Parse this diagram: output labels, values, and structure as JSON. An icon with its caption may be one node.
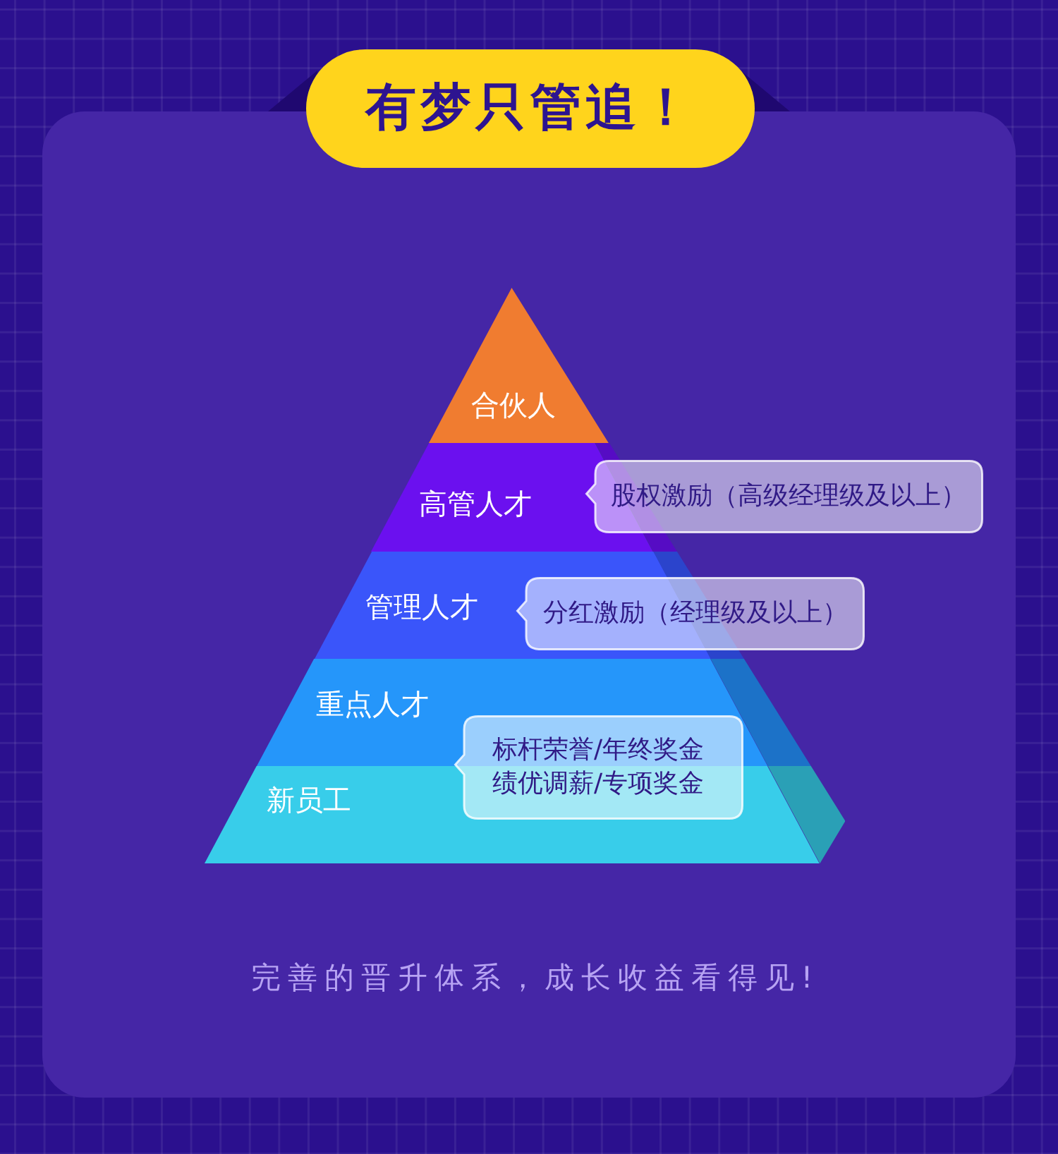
{
  "diagram": {
    "title": "有梦只管追！",
    "caption": "完善的晋升体系，成长收益看得见!",
    "nodes": [
      {
        "text": [
          "合伙人"
        ]
      },
      {
        "text": [
          "高管人才"
        ]
      },
      {
        "text": [
          "股权激励（高级经理级及以上）"
        ]
      },
      {
        "text": [
          "管理人才"
        ]
      },
      {
        "text": [
          "分红激励（经理级及以上）"
        ]
      },
      {
        "text": [
          "重点人才"
        ]
      },
      {
        "text": [
          "标杆荣誉/年终奖金",
          "绩优调薪/专项奖金"
        ]
      },
      {
        "text": [
          "新员工"
        ]
      }
    ]
  }
}
